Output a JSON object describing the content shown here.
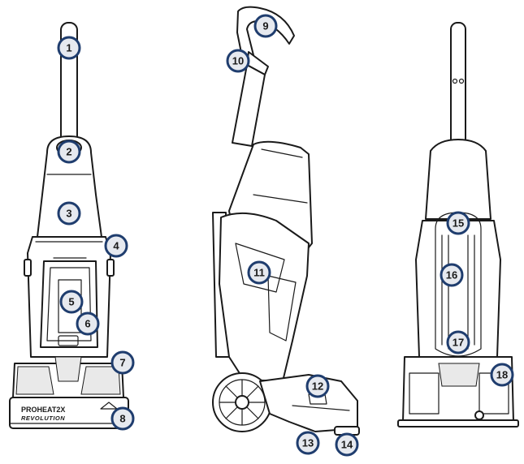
{
  "brand": {
    "model_line_1": "PROHEAT2X",
    "model_line_2": "REVOLUTION"
  },
  "callouts": [
    "1",
    "2",
    "3",
    "4",
    "5",
    "6",
    "7",
    "8",
    "9",
    "10",
    "11",
    "12",
    "13",
    "14",
    "15",
    "16",
    "17",
    "18"
  ]
}
